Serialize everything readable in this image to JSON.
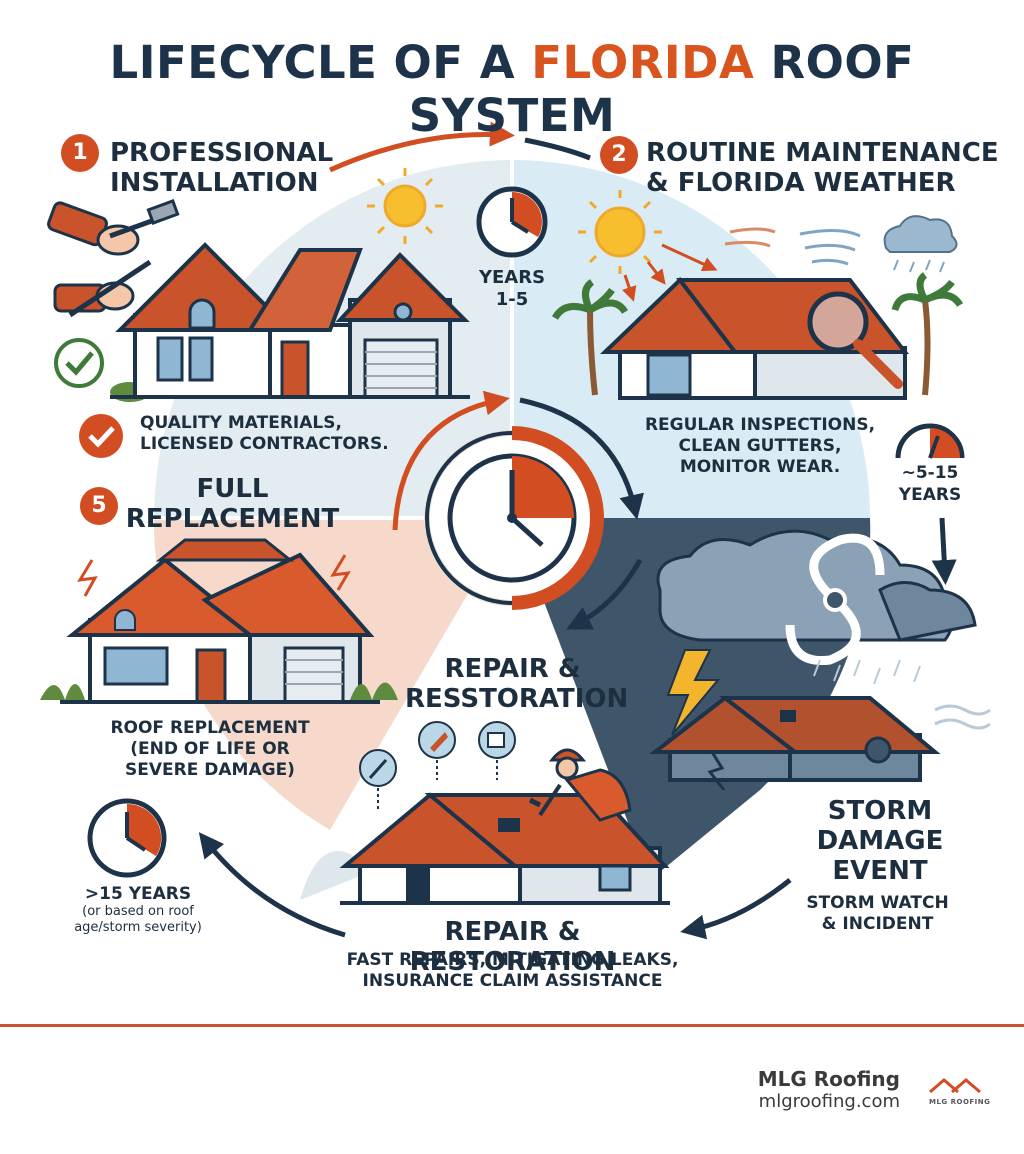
{
  "title": {
    "part1": "LIFECYCLE OF A ",
    "highlight": "FLORIDA",
    "part2": " ROOF SYSTEM"
  },
  "stages": {
    "installation": {
      "number": "1",
      "title_line1": "PROFESSIONAL",
      "title_line2": "INSTALLATION",
      "desc_line1": "QUALITY MATERIALS,",
      "desc_line2": "LICENSED CONTRACTORS.",
      "years_line1": "YEARS",
      "years_line2": "1-5"
    },
    "maintenance": {
      "number": "2",
      "title_line1": "ROUTINE MAINTENANCE",
      "title_line2": "& FLORIDA WEATHER",
      "desc_line1": "REGULAR INSPECTIONS,",
      "desc_line2": "CLEAN GUTTERS,",
      "desc_line3": "MONITOR WEAR.",
      "years_line1": "~5-15",
      "years_line2": "YEARS"
    },
    "storm": {
      "title_line1": "STORM",
      "title_line2": "DAMAGE",
      "title_line3": "EVENT",
      "desc_line1": "STORM WATCH",
      "desc_line2": "& INCIDENT"
    },
    "center": {
      "title_line1": "REPAIR &",
      "title_line2": "RESSTORATION"
    },
    "repair": {
      "title": "REPAIR & RESTORATION",
      "desc_line1": "FAST REPAIRS, MITIGATING LEAKS,",
      "desc_line2": "INSURANCE CLAIM ASSISTANCE"
    },
    "replacement": {
      "number": "5",
      "title_line1": "FULL",
      "title_line2": "REPLACEMENT",
      "desc_line1": "ROOF REPLACEMENT",
      "desc_line2": "(END OF LIFE OR",
      "desc_line3": "SEVERE DAMAGE)",
      "years_line1": ">15 YEARS",
      "years_line2": "(or based on roof",
      "years_line3": "age/storm severity)"
    }
  },
  "footer": {
    "brand": "MLG Roofing",
    "url": "mlgroofing.com",
    "logo_text": "MLG ROOFING"
  },
  "colors": {
    "accent": "#d24e22",
    "navy": "#1d3349",
    "roof": "#c9532a",
    "storm": "#3f556a",
    "sky": "#dcecf4",
    "peach": "#f6d9cb"
  }
}
